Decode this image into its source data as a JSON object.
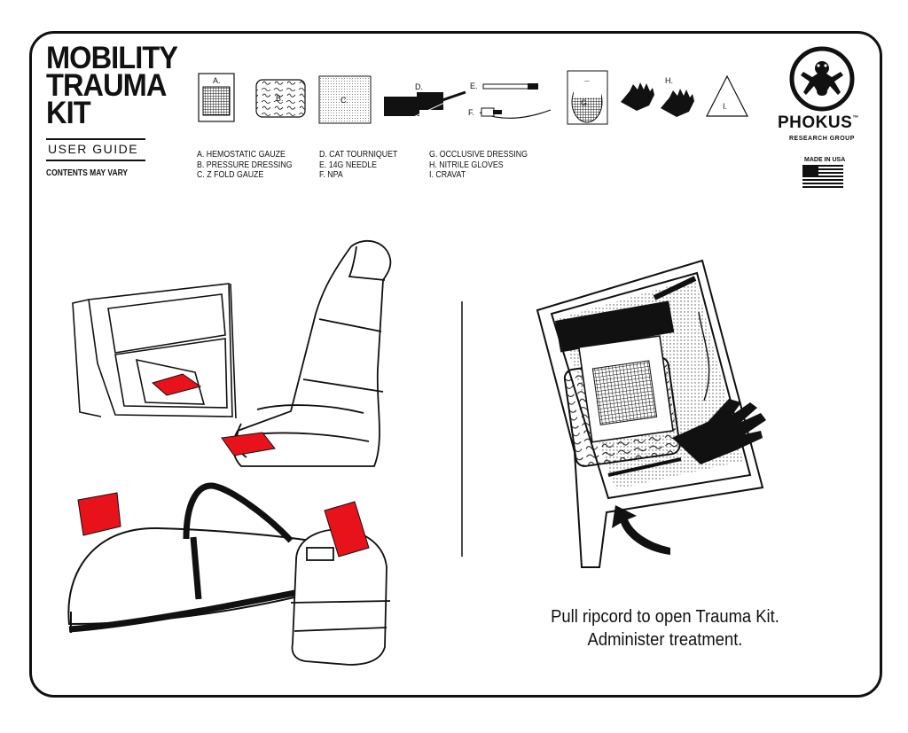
{
  "title": {
    "line1": "MOBILITY",
    "line2": "TRAUMA",
    "line3": "KIT"
  },
  "user_guide": "USER GUIDE",
  "contents_note": "CONTENTS MAY VARY",
  "items": [
    {
      "letter": "A.",
      "icon": "hemostatic-gauze-icon"
    },
    {
      "letter": "B.",
      "icon": "pressure-dressing-icon"
    },
    {
      "letter": "C.",
      "icon": "z-fold-gauze-icon"
    },
    {
      "letter": "D.",
      "icon": "cat-tourniquet-icon"
    },
    {
      "letter": "E.",
      "icon": "needle-icon"
    },
    {
      "letter": "F.",
      "icon": "npa-icon"
    },
    {
      "letter": "G.",
      "icon": "occlusive-dressing-icon"
    },
    {
      "letter": "H.",
      "icon": "nitrile-gloves-icon"
    },
    {
      "letter": "I.",
      "icon": "cravat-icon"
    }
  ],
  "legend": {
    "col1": [
      "A. HEMOSTATIC GAUZE",
      "B. PRESSURE DRESSING",
      "C. Z FOLD GAUZE"
    ],
    "col2": [
      "D. CAT TOURNIQUET",
      "E. 14G NEEDLE",
      "F. NPA"
    ],
    "col3": [
      "G. OCCLUSIVE DRESSING",
      "H. NITRILE GLOVES",
      "I. CRAVAT"
    ]
  },
  "brand": {
    "name": "PHOKUS",
    "tm": "™",
    "sub": "RESEARCH GROUP",
    "made_in": "MADE IN USA"
  },
  "caption": {
    "line1": "Pull ripcord to open Trauma Kit.",
    "line2": "Administer treatment."
  },
  "colors": {
    "kit_red": "#e8121a",
    "ink": "#111111"
  }
}
